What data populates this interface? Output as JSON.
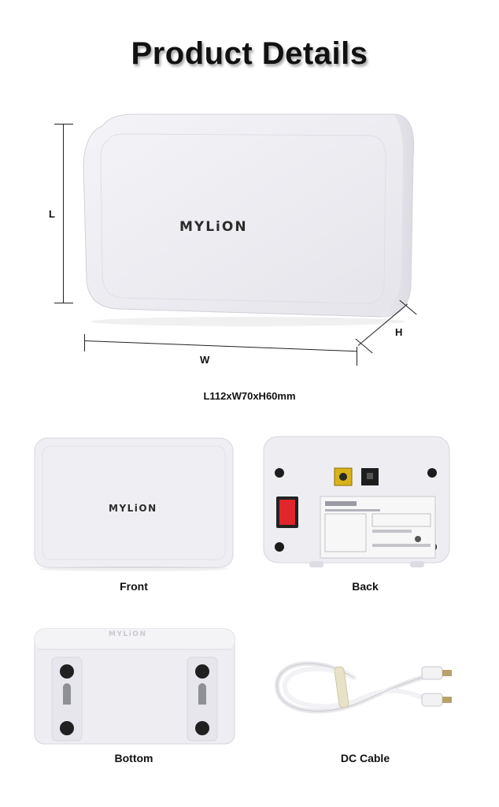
{
  "title": "Product Details",
  "dimensions": {
    "l_label": "L",
    "w_label": "W",
    "h_label": "H",
    "spec_text": "L112xW70xH60mm"
  },
  "brand": "MYLiON",
  "views": {
    "front": "Front",
    "back": "Back",
    "bottom": "Bottom",
    "dc_cable": "DC Cable"
  },
  "colors": {
    "device_body": "#ececf1",
    "switch_red": "#e0262b",
    "dc_jack": "#d9b21a"
  }
}
